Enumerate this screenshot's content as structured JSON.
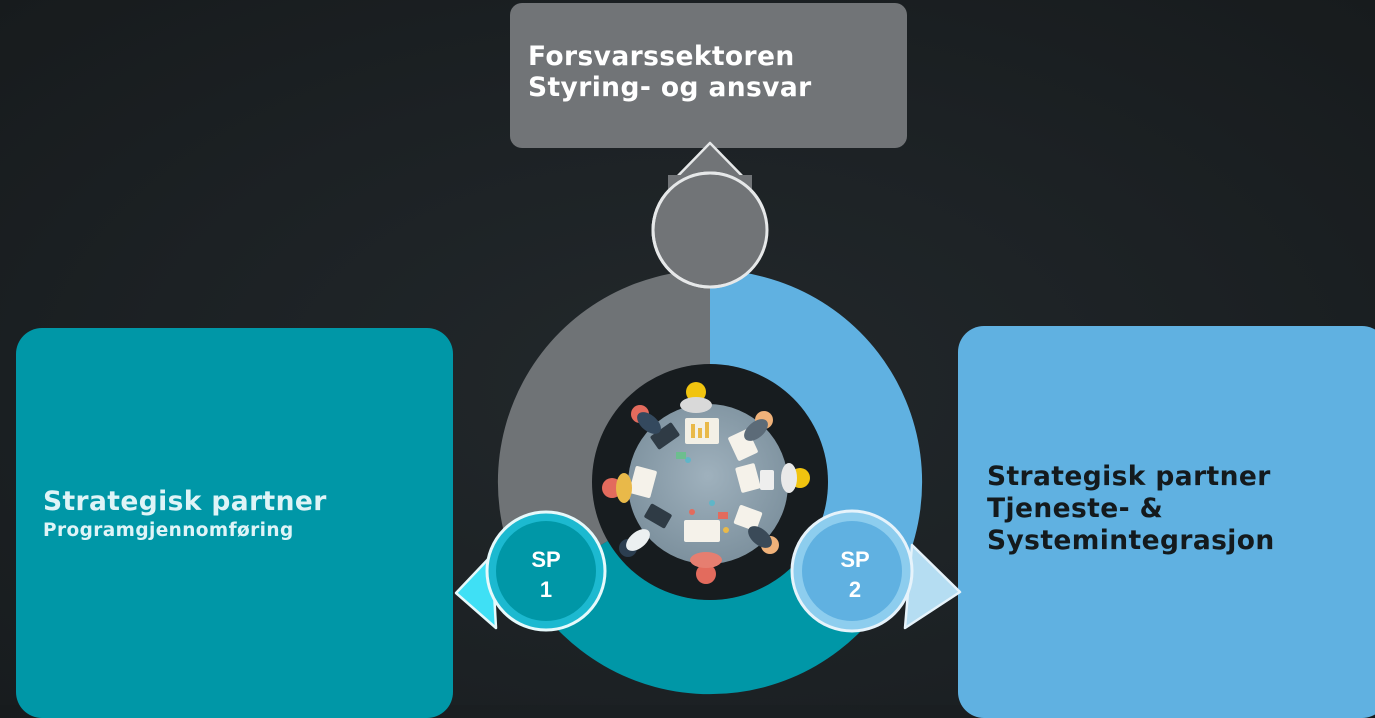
{
  "top_box": {
    "line1": "Forsvarssektoren",
    "line2": "Styring- og ansvar"
  },
  "left_box": {
    "title": "Strategisk partner",
    "subtitle": "Programgjennomføring"
  },
  "right_box": {
    "line1": "Strategisk partner",
    "line2": "Tjeneste- &",
    "line3": "Systemintegrasjon"
  },
  "badges": {
    "sp1": {
      "line1": "SP",
      "line2": "1"
    },
    "sp2": {
      "line1": "SP",
      "line2": "2"
    }
  },
  "colors": {
    "background": "#1c2124",
    "gray": "#717477",
    "teal": "#0097a7",
    "light_blue": "#60b1e1",
    "cyan_accent": "#3fe0f5"
  },
  "center_image": "round-table-meeting-illustration"
}
